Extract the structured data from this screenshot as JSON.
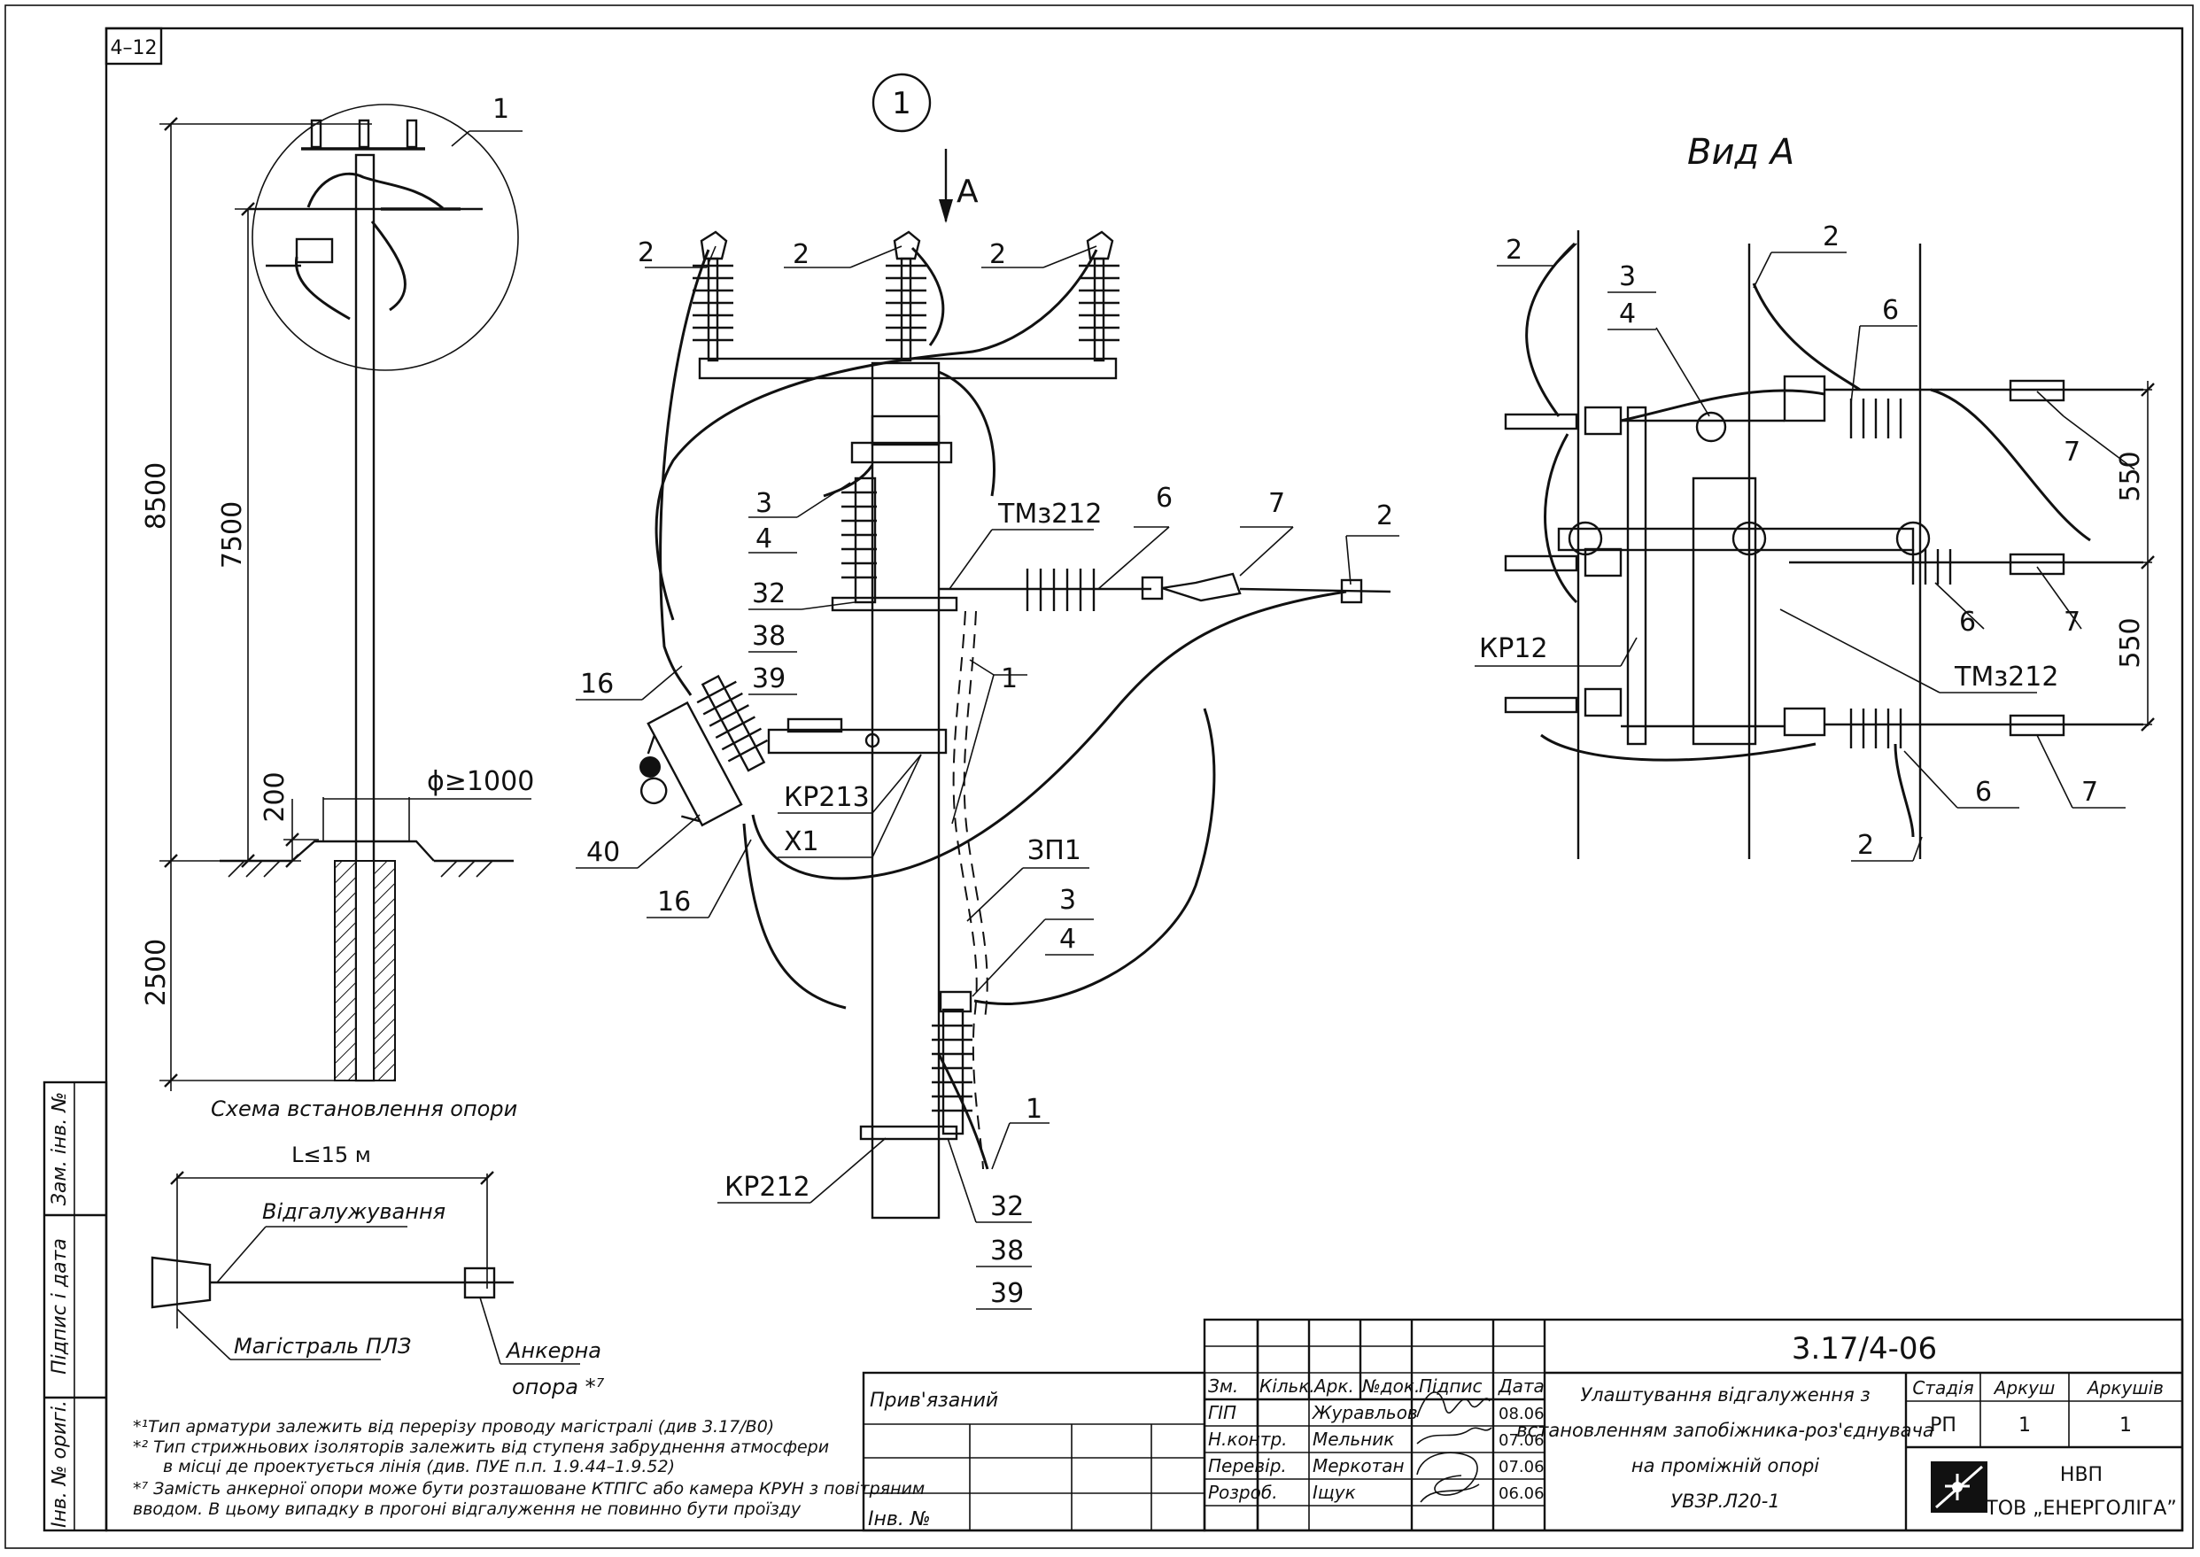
{
  "sheet": {
    "corner_tag": "4–12",
    "detail_marker": "1"
  },
  "pole_scheme": {
    "callout": "1",
    "dim_total": "8500",
    "dim_above": "7500",
    "dim_foundation_top": "200",
    "dim_underground": "2500",
    "diameter": "ϕ≥1000",
    "caption": "Схема встановлення опори"
  },
  "tap_scheme": {
    "span": "L≤15 м",
    "branch": "Відгалужування",
    "main_line": "Магістраль ПЛЗ",
    "anchor_line1": "Анкерна",
    "anchor_line2": "опора *⁷"
  },
  "main_view": {
    "arrow_label": "А",
    "labels": [
      "2",
      "2",
      "2",
      "3",
      "4",
      "ТМз212",
      "6",
      "7",
      "2",
      "32",
      "38",
      "39",
      "16",
      "1",
      "КР213",
      "Х1",
      "40",
      "16",
      "ЗП1",
      "3",
      "4",
      "1",
      "КР212",
      "32",
      "38",
      "39"
    ]
  },
  "view_a": {
    "title": "Вид А",
    "labels": [
      "2",
      "3",
      "4",
      "2",
      "6",
      "7",
      "550",
      "6",
      "7",
      "550",
      "КР12",
      "ТМз212",
      "6",
      "7",
      "2"
    ]
  },
  "notes": [
    "*¹Тип арматури залежить від перерізу проводу магістралі (див 3.17/В0)",
    "*² Тип стрижньових ізоляторів залежить від ступеня забруднення атмосфери",
    "в місці де проектується лінія (див. ПУЕ п.п. 1.9.44–1.9.52)",
    "*⁷ Замість анкерної опори може бути розташоване КТПГС або камера КРУН з повітряним",
    "вводом. В цьому випадку в прогоні відгалуження не повинно бути проїзду"
  ],
  "margin_stamp": {
    "zam_inv": "Зам. інв. №",
    "pidpys": "Підпис і дата",
    "inv_orig": "Інв. № оригі."
  },
  "title_block": {
    "pryvyazanyi": "Прив'язаний",
    "inv_no": "Інв. №",
    "code": "3.17/4-06",
    "headers": [
      "Зм.",
      "Кільк.",
      "Арк.",
      "№док.",
      "Підпис",
      "Дата"
    ],
    "rows": [
      {
        "role": "ГІП",
        "name": "Журавльов",
        "date": "08.06"
      },
      {
        "role": "Н.контр.",
        "name": "Мельник",
        "date": "07.06"
      },
      {
        "role": "Перевір.",
        "name": "Меркотан",
        "date": "07.06"
      },
      {
        "role": "Розроб.",
        "name": "Іщук",
        "date": "06.06"
      }
    ],
    "description": [
      "Улаштування відгалуження з",
      "встановленням запобіжника-роз'єднувача",
      "на проміжній опорі",
      "УВЗР.Л20-1"
    ],
    "stage_hdr": "Стадія",
    "sheet_hdr": "Аркуш",
    "sheets_hdr": "Аркушів",
    "stage": "РП",
    "sheet": "1",
    "sheets": "1",
    "company1": "НВП",
    "company2": "ТОВ „ЕНЕРГОЛІГА”"
  }
}
